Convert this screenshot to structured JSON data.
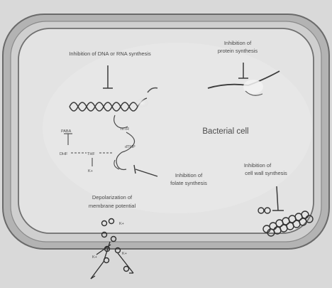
{
  "diagram": {
    "bacterial_cell_label": "Bacterial cell",
    "labels": {
      "dna_rna": "Inhibition of DNA or RNA synthesis",
      "protein_line1": "Inhibition of",
      "protein_line2": "protein synthesis",
      "folate_line1": "Inhibition of",
      "folate_line2": "folate synthesis",
      "cellwall_line1": "Inhibition of",
      "cellwall_line2": "cell wall synthesis",
      "depol_line1": "Depolarization of",
      "depol_line2": "membrane potential"
    },
    "pathway_labels": {
      "mrna": "mTR",
      "dhfr": "dTMP",
      "thf": "THF",
      "dhp": "DHF",
      "paba": "PABA",
      "kplus_top": "K+"
    },
    "ions": {
      "k1": "K+",
      "k2": "K+",
      "k3": "K+"
    }
  }
}
